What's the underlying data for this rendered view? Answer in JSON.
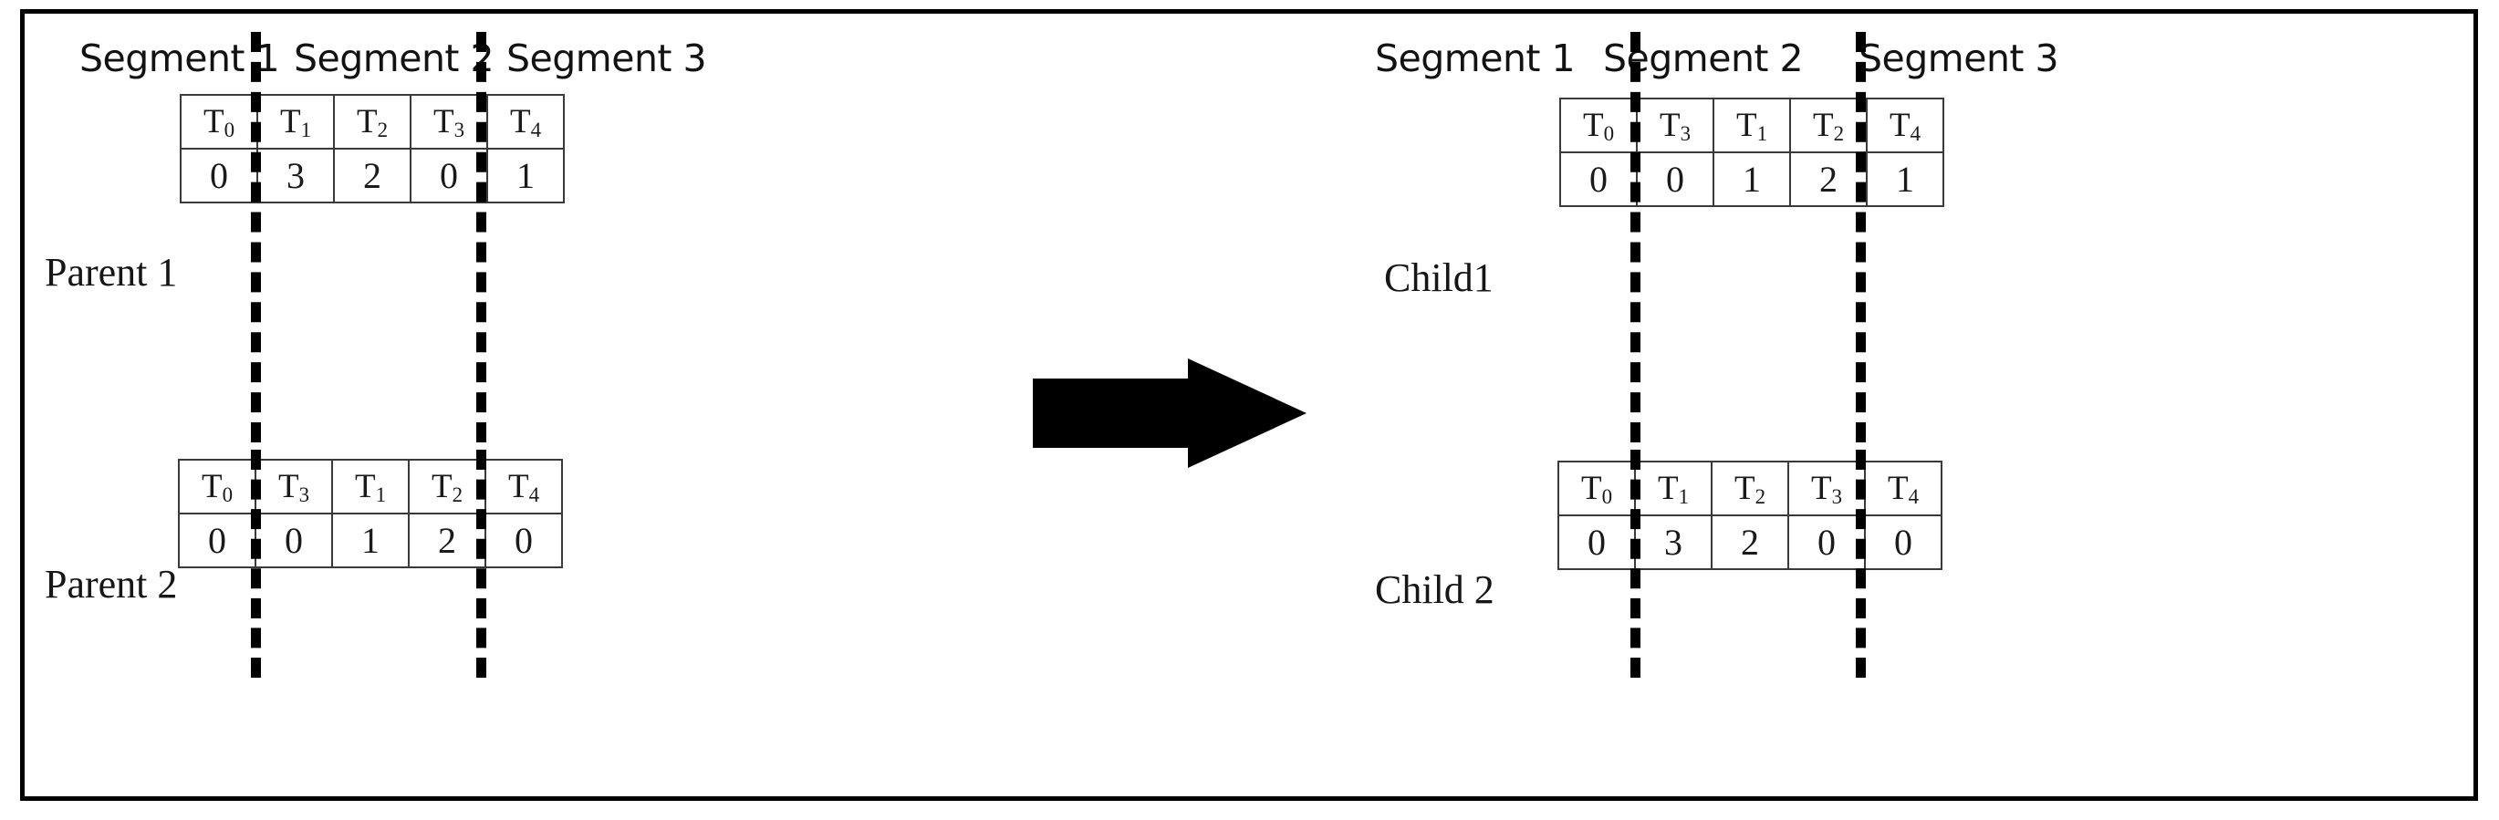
{
  "figure": {
    "title": "Two-point segment crossover",
    "arrow_icon": "right-arrow-icon",
    "border_color": "#000000",
    "ink_color": "#000000"
  },
  "segments": {
    "left": [
      "Segment 1",
      "Segment 2",
      "Segment 3"
    ],
    "right": [
      "Segment 1",
      "Segment 2",
      "Segment 3"
    ]
  },
  "parents": [
    {
      "label": "Parent 1",
      "tasks": [
        "T0",
        "T1",
        "T2",
        "T3",
        "T4"
      ],
      "task_base": [
        "T",
        "T",
        "T",
        "T",
        "T"
      ],
      "task_sub": [
        "0",
        "1",
        "2",
        "3",
        "4"
      ],
      "values": [
        "0",
        "3",
        "2",
        "0",
        "1"
      ]
    },
    {
      "label": "Parent 2",
      "tasks": [
        "T0",
        "T3",
        "T1",
        "T2",
        "T4"
      ],
      "task_base": [
        "T",
        "T",
        "T",
        "T",
        "T"
      ],
      "task_sub": [
        "0",
        "3",
        "1",
        "2",
        "4"
      ],
      "values": [
        "0",
        "0",
        "1",
        "2",
        "0"
      ]
    }
  ],
  "children": [
    {
      "label": "Child1",
      "tasks": [
        "T0",
        "T3",
        "T1",
        "T2",
        "T4"
      ],
      "task_base": [
        "T",
        "T",
        "T",
        "T",
        "T"
      ],
      "task_sub": [
        "0",
        "3",
        "1",
        "2",
        "4"
      ],
      "values": [
        "0",
        "0",
        "1",
        "2",
        "1"
      ]
    },
    {
      "label": "Child 2",
      "tasks": [
        "T0",
        "T1",
        "T2",
        "T3",
        "T4"
      ],
      "task_base": [
        "T",
        "T",
        "T",
        "T",
        "T"
      ],
      "task_sub": [
        "0",
        "1",
        "2",
        "3",
        "4"
      ],
      "values": [
        "0",
        "3",
        "2",
        "0",
        "0"
      ]
    }
  ]
}
